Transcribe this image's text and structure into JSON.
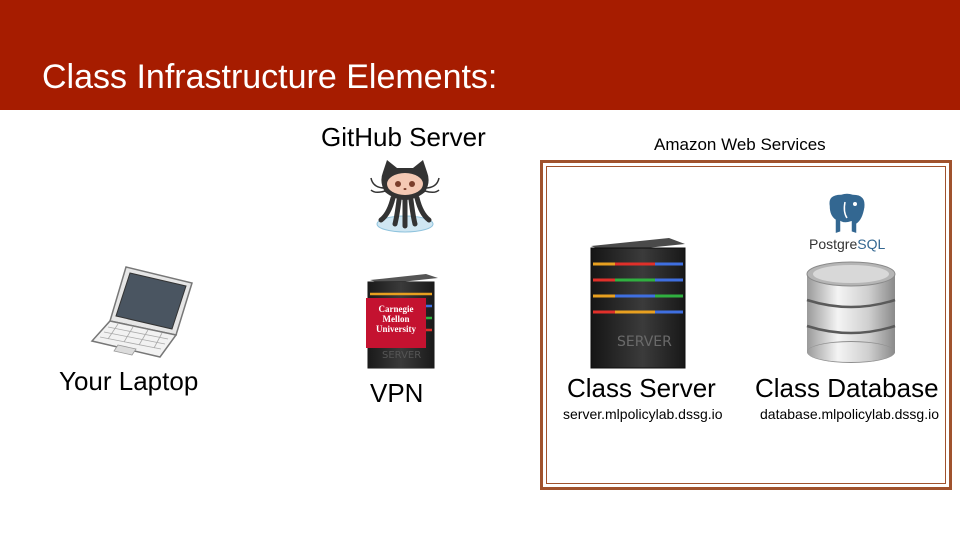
{
  "slide": {
    "title": "Class Infrastructure Elements:"
  },
  "nodes": {
    "laptop": {
      "label": "Your Laptop",
      "icon": "laptop-icon"
    },
    "github": {
      "label": "GitHub Server",
      "icon": "github-octocat-icon"
    },
    "vpn": {
      "label": "VPN",
      "icon": "server-tower-icon",
      "logo_lines": [
        "Carnegie",
        "Mellon",
        "University"
      ]
    },
    "aws": {
      "label": "Amazon Web Services",
      "border_color": "#a0522d"
    },
    "class_server": {
      "label": "Class Server",
      "host": "server.mlpolicylab.dssg.io",
      "icon": "server-tower-icon"
    },
    "class_database": {
      "label": "Class Database",
      "host": "database.mlpolicylab.dssg.io",
      "icon": "database-cylinder-icon",
      "logo_text_1": "Postgre",
      "logo_text_2": "SQL"
    }
  },
  "colors": {
    "header": "#a61c00",
    "cmu_red": "#c41230",
    "postgres_blue": "#336791"
  }
}
